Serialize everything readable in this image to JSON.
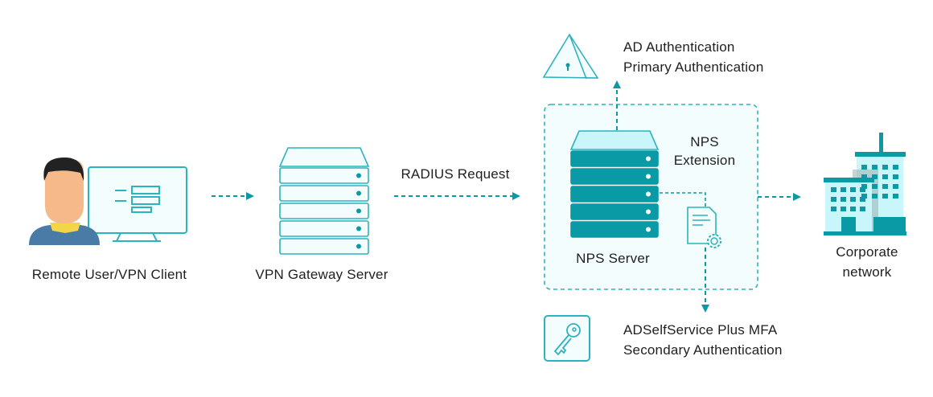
{
  "colors": {
    "accent": "#0a9aa6",
    "light_fill": "#f3fdfe",
    "mid_fill": "#c9f6fa",
    "text": "#1f1f1f",
    "body_blue": "#4a7ba7",
    "skin": "#f5b98a",
    "collar": "#f3d54a"
  },
  "nodes": {
    "client": {
      "label": "Remote User/VPN Client",
      "icon": "user-with-monitor-icon"
    },
    "vpn_gateway": {
      "label": "VPN Gateway Server",
      "icon": "server-rack-icon"
    },
    "nps_server": {
      "label": "NPS Server",
      "icon": "server-rack-icon"
    },
    "nps_extension": {
      "label_line1": "NPS",
      "label_line2": "Extension",
      "icon": "document-gear-icon"
    },
    "ad_auth": {
      "label_line1": "AD Authentication",
      "label_line2": "Primary Authentication",
      "icon": "pyramid-lock-icon"
    },
    "mfa": {
      "label_line1": "ADSelfService Plus MFA",
      "label_line2": "Secondary Authentication",
      "icon": "key-icon"
    },
    "corporate": {
      "label_line1": "Corporate",
      "label_line2": "network",
      "icon": "building-icon"
    }
  },
  "edges": [
    {
      "from": "client",
      "to": "vpn_gateway",
      "label": ""
    },
    {
      "from": "vpn_gateway",
      "to": "nps_server",
      "label": "RADIUS Request"
    },
    {
      "from": "nps_server",
      "to": "ad_auth",
      "label": ""
    },
    {
      "from": "nps_server",
      "to": "mfa",
      "label": ""
    },
    {
      "from": "nps_server",
      "to": "corporate",
      "label": ""
    }
  ]
}
